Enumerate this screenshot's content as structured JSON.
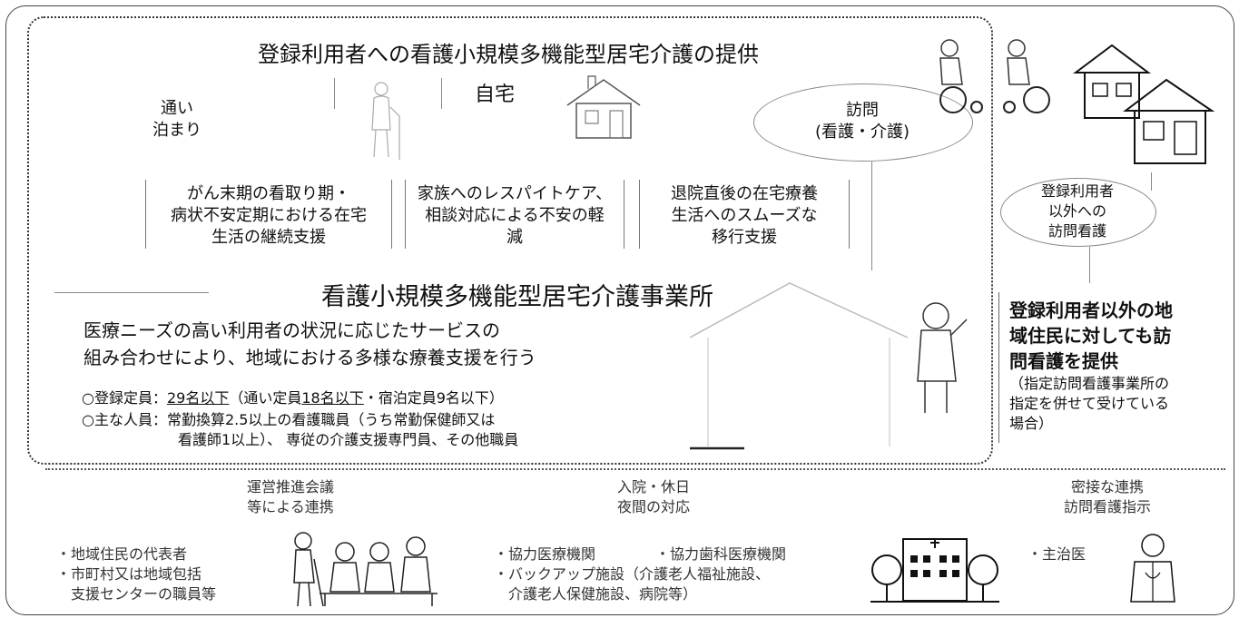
{
  "top_title": "登録利用者への看護小規模多機能型居宅介護の提供",
  "left_services": [
    "通い",
    "泊まり"
  ],
  "home_label": "自宅",
  "visit": {
    "line1": "訪問",
    "line2": "(看護・介護)"
  },
  "support_boxes": [
    {
      "lines": [
        "がん末期の看取り期・",
        "病状不安定期における在宅",
        "生活の継続支援"
      ]
    },
    {
      "lines": [
        "家族へのレスパイトケア、",
        "相談対応による不安の軽",
        "減"
      ]
    },
    {
      "lines": [
        "退院直後の在宅療養",
        "生活へのスムーズな",
        "移行支援"
      ]
    }
  ],
  "other_visit": {
    "line1": "登録利用者",
    "line2": "以外への",
    "line3": "訪問看護"
  },
  "facility_title": "看護小規模多機能型居宅介護事業所",
  "facility_desc": {
    "line1": "医療ニーズの高い利用者の状況に応じたサービスの",
    "line2": "組み合わせにより、地域における多様な療養支援を行う"
  },
  "capacity": {
    "prefix": "○登録定員：",
    "value": "29名以下",
    "mid": "（通い定員",
    "value2": "18名以下",
    "rest": "・宿泊定員9名以下）"
  },
  "staff": {
    "line1": "○主な人員：常勤換算2.5以上の看護職員（うち常勤保健師又は",
    "line2": "看護師1以上）、 専従の介護支援専門員、その他職員"
  },
  "side_note": {
    "line1": "登録利用者以外の地",
    "line2": "域住民に対しても訪",
    "line3": "問看護を提供",
    "note1": "（指定訪問看護事業所の",
    "note2": "指定を併せて受けている",
    "note3": "場合）"
  },
  "bottom": {
    "left": {
      "header1": "運営推進会議",
      "header2": "等による連携",
      "item1": "・地域住民の代表者",
      "item2": "・市町村又は地域包括",
      "item3": "支援センターの職員等"
    },
    "mid": {
      "header1": "入院・休日",
      "header2": "夜間の対応",
      "item1a": "・協力医療機関",
      "item1b": "・協力歯科医療機関",
      "item2": "・バックアップ施設（介護老人福祉施設、",
      "item3": "介護老人保健施設、病院等）"
    },
    "right": {
      "header1": "密接な連携",
      "header2": "訪問看護指示",
      "item1": "・主治医"
    }
  }
}
